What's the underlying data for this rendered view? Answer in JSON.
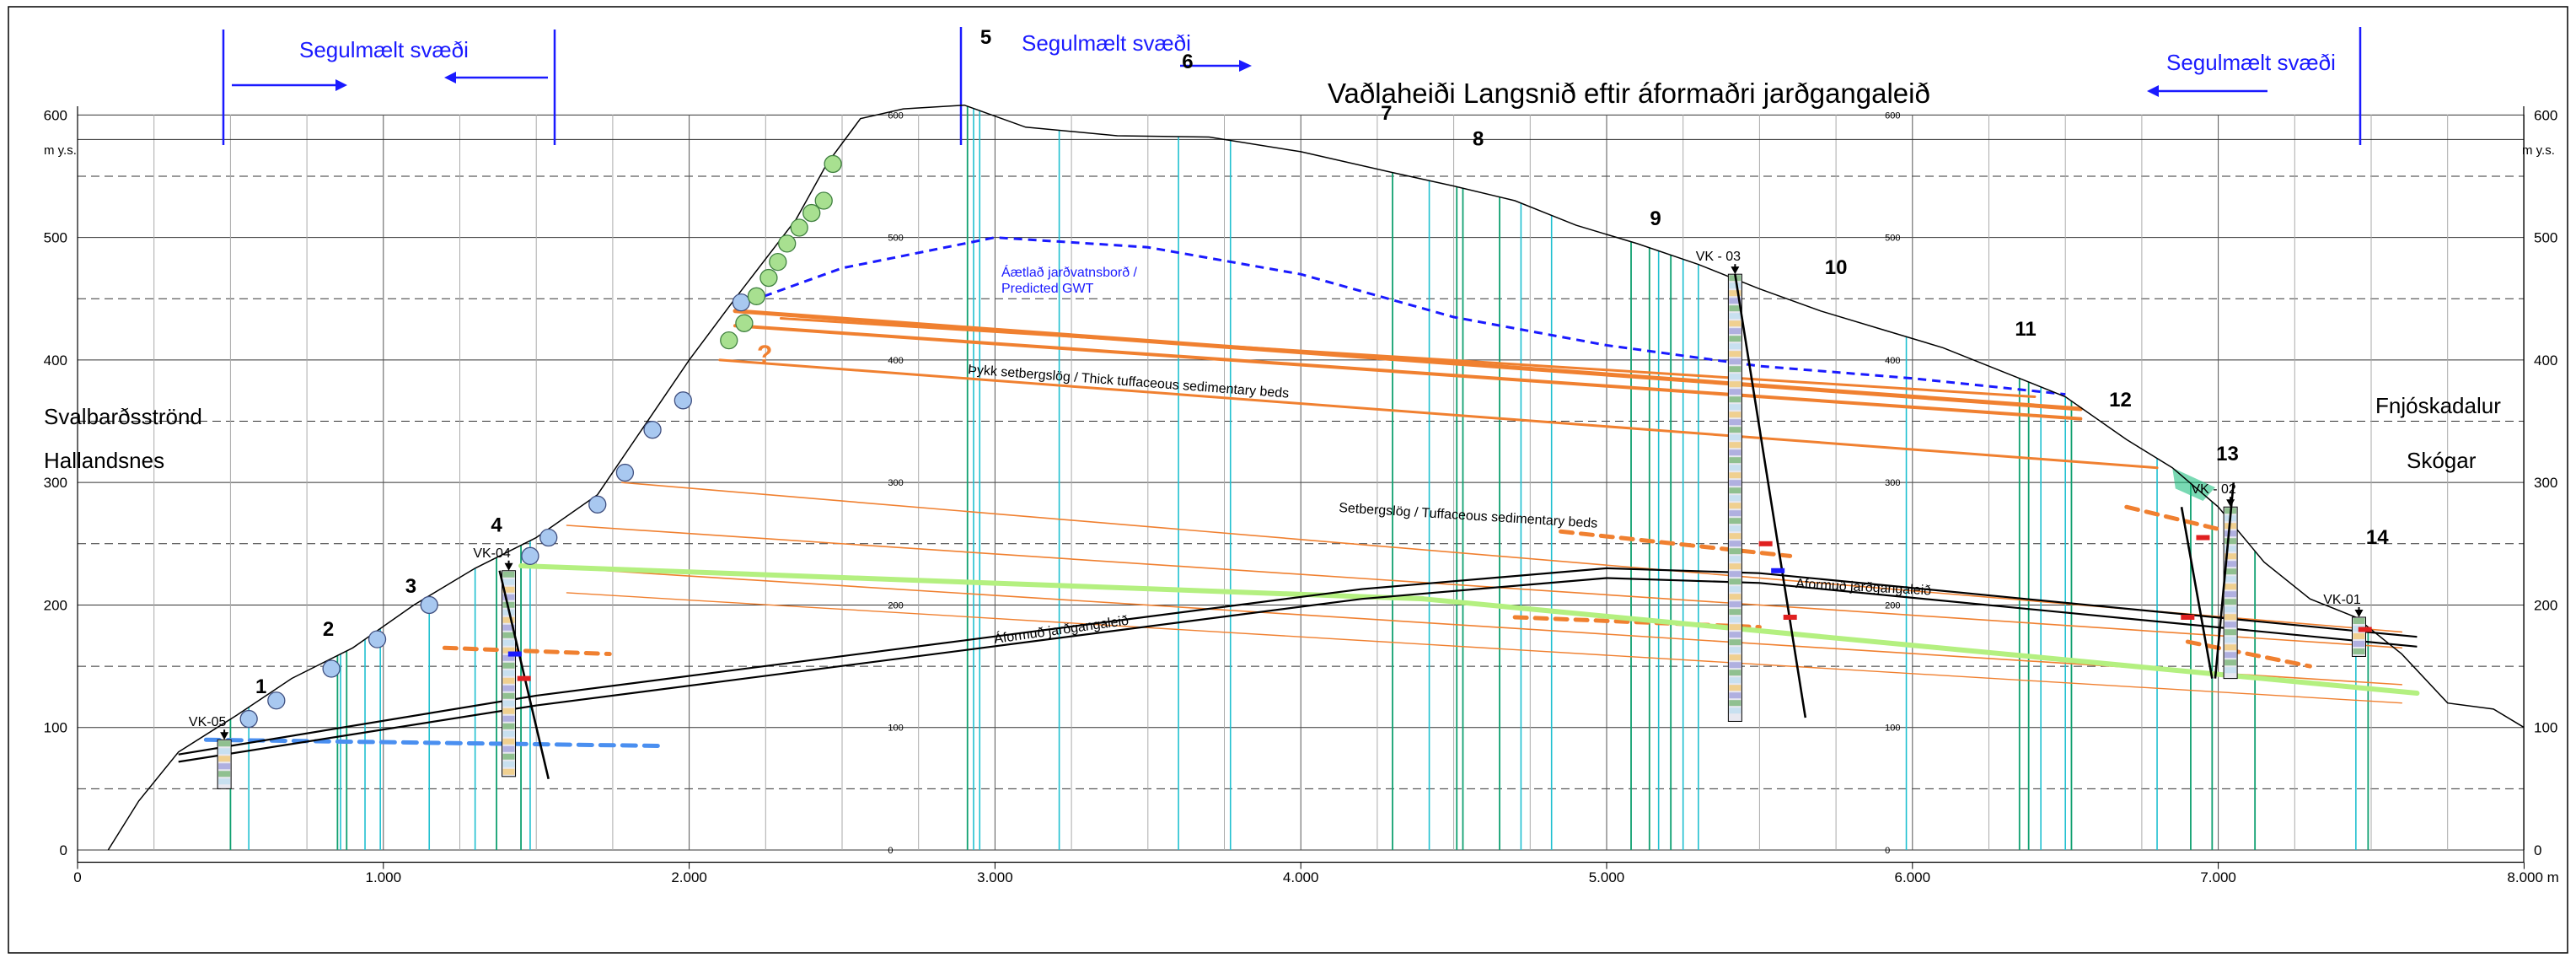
{
  "title": "Vaðlaheiði  Langsnið eftir áformaðri jarðgangaleið",
  "measured_zone_label": "Segulmælt svæði",
  "places": {
    "west_top": "Svalbarðsströnd",
    "west_bottom": "Hallandsnes",
    "east_top": "Fnjóskadalur",
    "east_bottom": "Skógar"
  },
  "axis": {
    "y_unit": "m y.s.",
    "x_unit": "m",
    "y_ticks": [
      {
        "value": 0,
        "label": "0"
      },
      {
        "value": 100,
        "label": "100"
      },
      {
        "value": 200,
        "label": "200"
      },
      {
        "value": 300,
        "label": "300"
      },
      {
        "value": 400,
        "label": "400"
      },
      {
        "value": 500,
        "label": "500"
      },
      {
        "value": 600,
        "label": "600"
      }
    ],
    "x_ticks": [
      {
        "value": 0,
        "label": "0"
      },
      {
        "value": 1000,
        "label": "1.000"
      },
      {
        "value": 2000,
        "label": "2.000"
      },
      {
        "value": 3000,
        "label": "3.000"
      },
      {
        "value": 4000,
        "label": "4.000"
      },
      {
        "value": 5000,
        "label": "5.000"
      },
      {
        "value": 6000,
        "label": "6.000"
      },
      {
        "value": 7000,
        "label": "7.000"
      },
      {
        "value": 8000,
        "label": "8.000 m"
      }
    ],
    "inner_scale_labels": [
      "600",
      "500",
      "400",
      "300",
      "200",
      "100",
      "0"
    ]
  },
  "profiles": [
    {
      "number": "1",
      "x": 600
    },
    {
      "number": "2",
      "x": 820
    },
    {
      "number": "3",
      "x": 1090
    },
    {
      "number": "4",
      "x": 1370
    },
    {
      "number": "5",
      "x": 2970
    },
    {
      "number": "6",
      "x": 3630
    },
    {
      "number": "7",
      "x": 4280
    },
    {
      "number": "8",
      "x": 4580
    },
    {
      "number": "9",
      "x": 5160
    },
    {
      "number": "10",
      "x": 5750
    },
    {
      "number": "11",
      "x": 6370
    },
    {
      "number": "12",
      "x": 6680
    },
    {
      "number": "13",
      "x": 7030
    },
    {
      "number": "14",
      "x": 7520
    }
  ],
  "boreholes": [
    {
      "name": "VK-05",
      "x": 480,
      "top": 90,
      "bottom": 50
    },
    {
      "name": "VK-04",
      "x": 1410,
      "top": 228,
      "bottom": 60
    },
    {
      "name": "VK - 03",
      "x": 5420,
      "top": 470,
      "bottom": 105
    },
    {
      "name": "VK - 02",
      "x": 7040,
      "top": 280,
      "bottom": 140
    },
    {
      "name": "VK-01",
      "x": 7460,
      "top": 190,
      "bottom": 158
    }
  ],
  "labels": {
    "thick_beds": "Þykk setbergslög / Thick tuffaceous sedimentary beds",
    "tuff_beds": "Setbergslög / Tuffaceous sedimentary beds",
    "tunnel": "Áformuð jarðgangaleið",
    "gwt_line1": "Áætlað jarðvatnsborð /",
    "gwt_line2": "Predicted GWT",
    "question": "?"
  },
  "colors": {
    "tunnel": "#000000",
    "thick_beds": "#f08030",
    "gwt": "#1a1aff",
    "green_bed": "#b4f080",
    "magnetic_lines": "#20c0d0",
    "dark_lines": "#10a070",
    "measured_zone": "#1a1aff",
    "grid": "#333333"
  }
}
